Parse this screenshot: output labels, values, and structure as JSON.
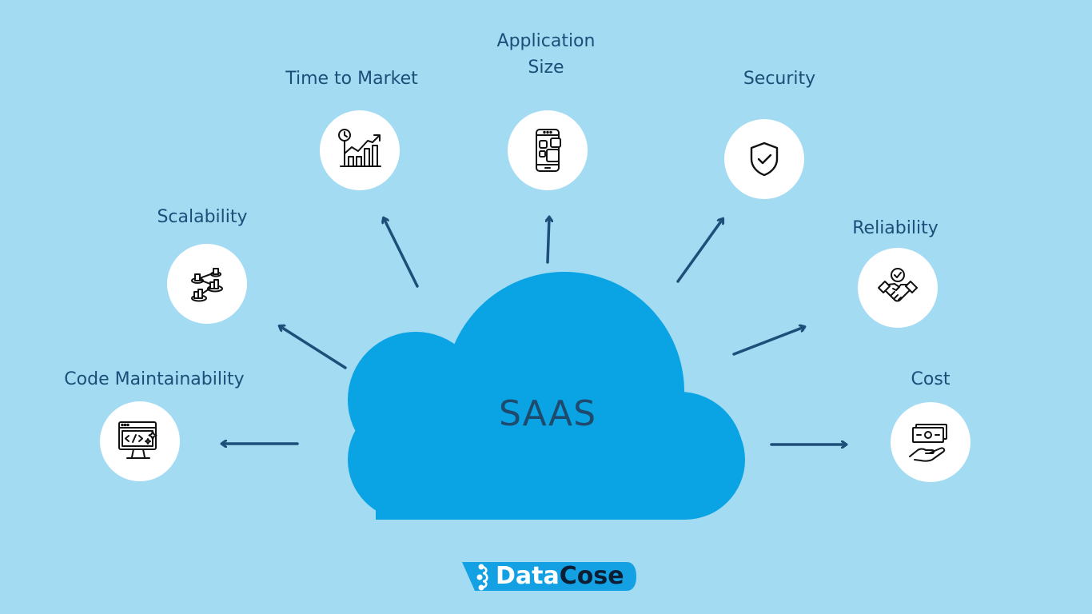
{
  "center": {
    "label": "SAAS"
  },
  "nodes": [
    {
      "id": "code-maintainability",
      "label": "Code Maintainability",
      "icon": "code-monitor-icon"
    },
    {
      "id": "scalability",
      "label": "Scalability",
      "icon": "network-scale-icon"
    },
    {
      "id": "time-to-market",
      "label": "Time to Market",
      "icon": "growth-chart-clock-icon"
    },
    {
      "id": "application-size",
      "label_line1": "Application",
      "label_line2": "Size",
      "icon": "mobile-app-icon"
    },
    {
      "id": "security",
      "label": "Security",
      "icon": "shield-check-icon"
    },
    {
      "id": "reliability",
      "label": "Reliability",
      "icon": "handshake-check-icon"
    },
    {
      "id": "cost",
      "label": "Cost",
      "icon": "money-hand-icon"
    }
  ],
  "brand": {
    "part1": "Data",
    "part2": "Cose"
  },
  "colors": {
    "background": "#a3dbf3",
    "cloud": "#0aa3e4",
    "arrow": "#1e4f79",
    "label": "#1d4e78",
    "logo_bg": "#13a1e3"
  }
}
